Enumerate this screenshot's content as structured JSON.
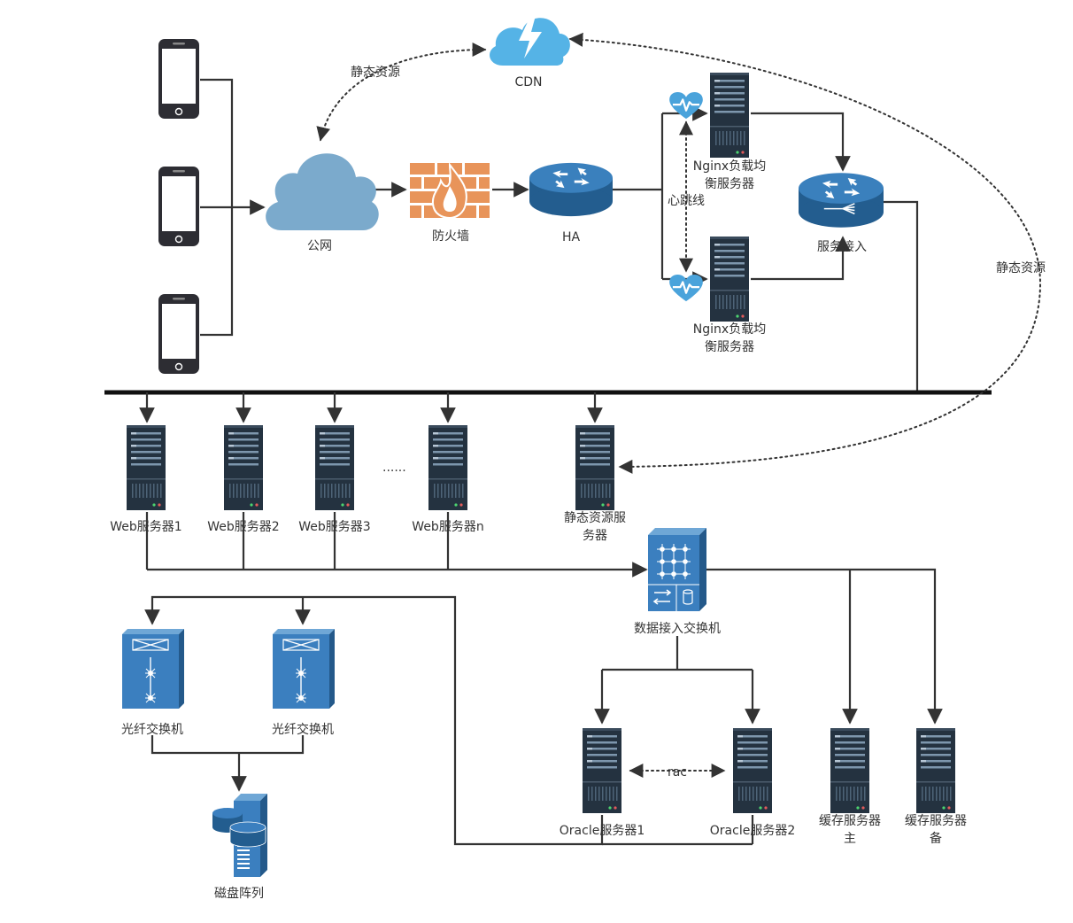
{
  "labels": {
    "cdn": "CDN",
    "static_res_top": "静态资源",
    "static_res_right": "静态资源",
    "internet": "公网",
    "firewall": "防火墙",
    "ha": "HA",
    "nginx1_l1": "Nginx负载均",
    "nginx1_l2": "衡服务器",
    "nginx2_l1": "Nginx负载均",
    "nginx2_l2": "衡服务器",
    "heartbeat": "心跳线",
    "service_access": "服务接入",
    "web1": "Web服务器1",
    "web2": "Web服务器2",
    "web3": "Web服务器3",
    "ellipsis": "......",
    "webn": "Web服务器n",
    "static_srv_l1": "静态资源服",
    "static_srv_l2": "务器",
    "data_switch": "数据接入交换机",
    "fc_switch1": "光纤交换机",
    "fc_switch2": "光纤交换机",
    "disk_array": "磁盘阵列",
    "rac": "rac",
    "oracle1": "Oracle服务器1",
    "oracle2": "Oracle服务器2",
    "cache_main_l1": "缓存服务器",
    "cache_main_l2": "主",
    "cache_backup_l1": "缓存服务器",
    "cache_backup_l2": "备"
  },
  "colors": {
    "server_dark": "#243240",
    "cloud_internet": "#7baacc",
    "cloud_cdn": "#55b3e6",
    "firewall_brick": "#e8945a",
    "router_blue": "#2b6fa8",
    "switch_blue": "#3b7fbf",
    "heart_blue": "#4aa3db",
    "line": "#333333"
  },
  "icons": [
    "smartphone-icon",
    "cloud-icon",
    "lightning-cloud-icon",
    "firewall-icon",
    "router-icon",
    "server-icon",
    "heartbeat-icon",
    "switch-icon",
    "fiber-switch-icon",
    "disk-array-icon"
  ]
}
